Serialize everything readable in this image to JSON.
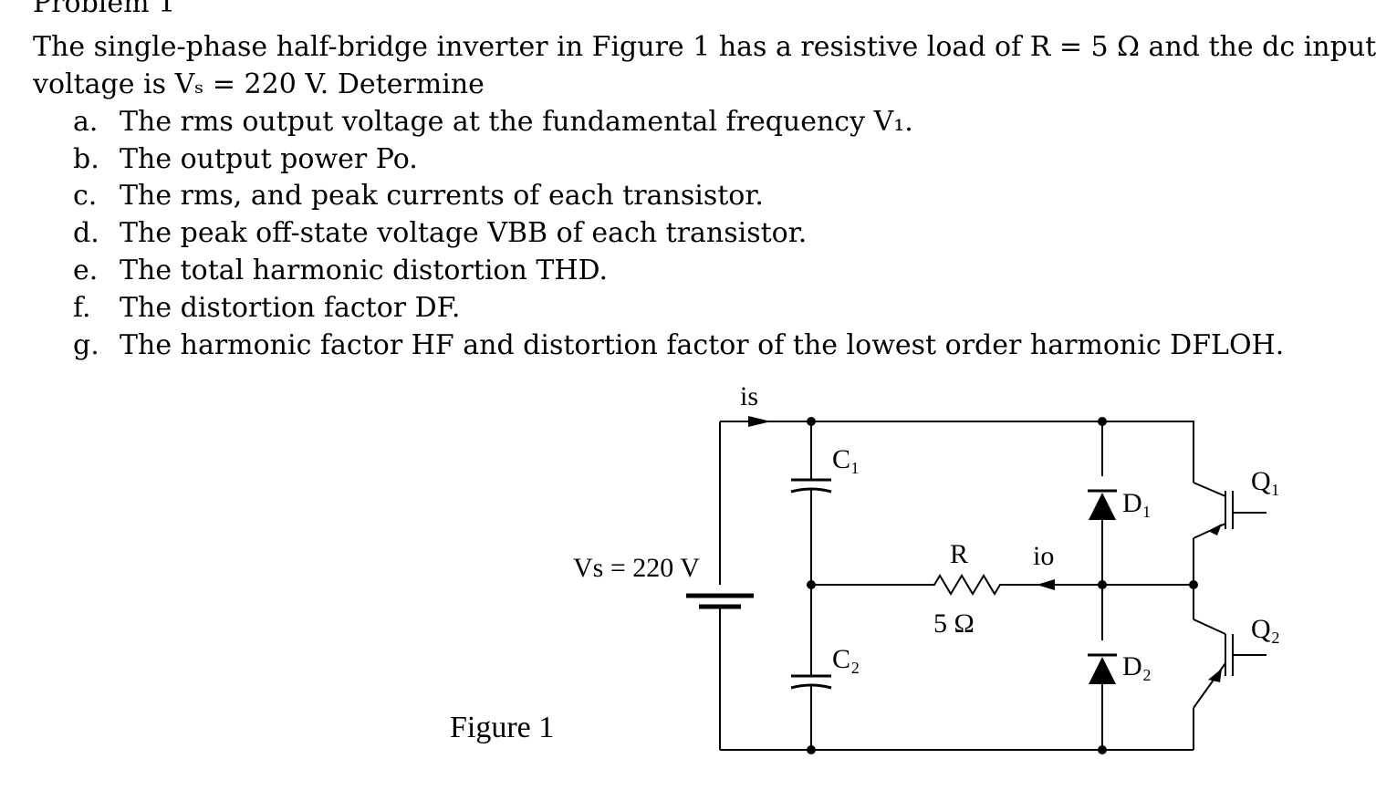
{
  "problem": {
    "title": "Problem 1",
    "intro_line1": "The single-phase half-bridge inverter in Figure 1 has a resistive load of R = 5 Ω and the dc input",
    "intro_line2": "voltage is Vₛ = 220 V. Determine",
    "questions": [
      {
        "letter": "a.",
        "text": "The rms output voltage at the fundamental frequency V₁."
      },
      {
        "letter": "b.",
        "text": "The output power Po."
      },
      {
        "letter": "c.",
        "text": "The rms, and peak currents of each transistor."
      },
      {
        "letter": "d.",
        "text": "The peak off-state voltage VBB of each transistor."
      },
      {
        "letter": "e.",
        "text": "The total harmonic distortion THD."
      },
      {
        "letter": "f.",
        "text": "The distortion factor DF."
      },
      {
        "letter": "g.",
        "text": "The harmonic factor HF and distortion factor of the lowest order harmonic DFLOH."
      }
    ]
  },
  "figure": {
    "caption": "Figure 1",
    "labels": {
      "source_current": "is",
      "source_voltage": "Vs = 220 V",
      "capacitor_top": "C₁",
      "capacitor_bottom": "C₂",
      "resistor_name": "R",
      "resistor_value": "5 Ω",
      "output_current": "io",
      "diode_top": "D₁",
      "diode_bottom": "D₂",
      "transistor_top": "Q₁",
      "transistor_bottom": "Q₂"
    }
  }
}
